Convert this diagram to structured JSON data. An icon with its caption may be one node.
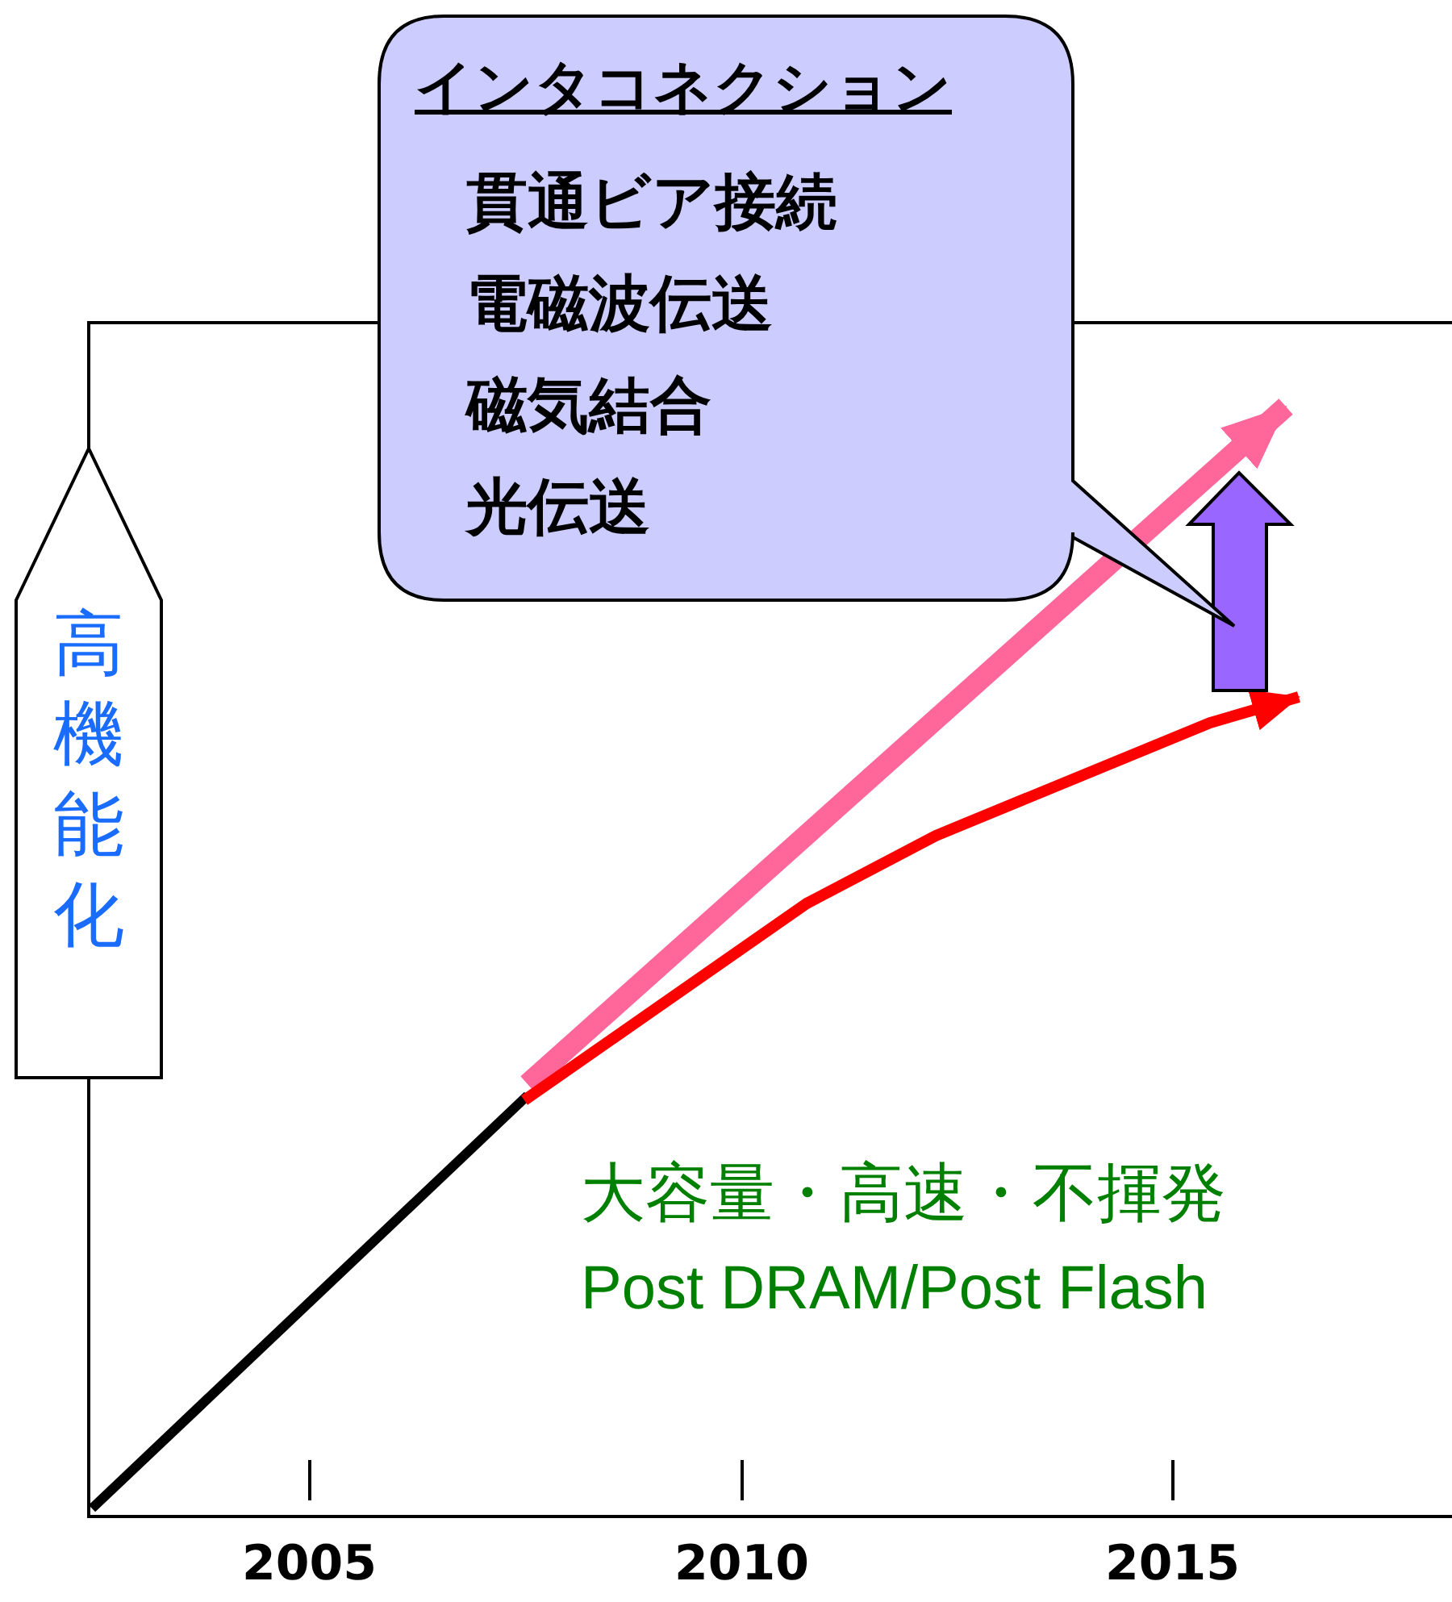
{
  "diagram": {
    "nodes": [
      {
        "text": [
          "インタコネクション",
          "貫通ビア接続",
          "電磁波伝送",
          "磁気結合",
          "光伝送"
        ]
      },
      {
        "text": [
          "高機能化"
        ]
      }
    ],
    "labels": [
      "大容量・高速・不揮発",
      "Post DRAM/Post Flash",
      "2005",
      "2010",
      "2015"
    ]
  }
}
